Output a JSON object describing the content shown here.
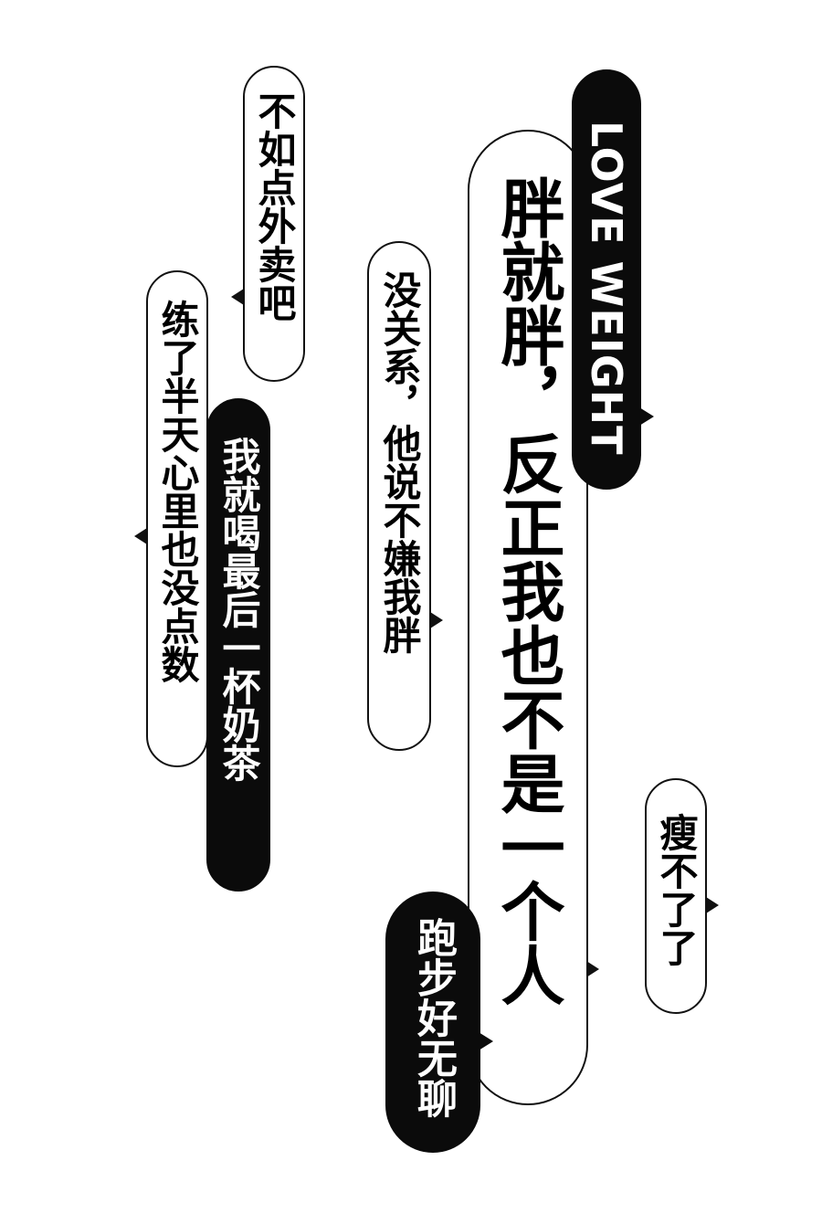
{
  "bubbles": {
    "takeout": "不如点外卖吧",
    "workout": "练了半天心里也没点数",
    "milktea": "我就喝最后一杯奶茶",
    "boyfriend": "没关系，他说不嫌我胖",
    "love_weight": "LOVE WEIGHT",
    "main": "胖就胖，反正我也不是一个人",
    "running": "跑步好无聊",
    "cant_lose": "瘦不了了"
  },
  "colors": {
    "black_bubble": "#0b0b0b",
    "white_bubble": "#ffffff",
    "outline": "#111111"
  }
}
